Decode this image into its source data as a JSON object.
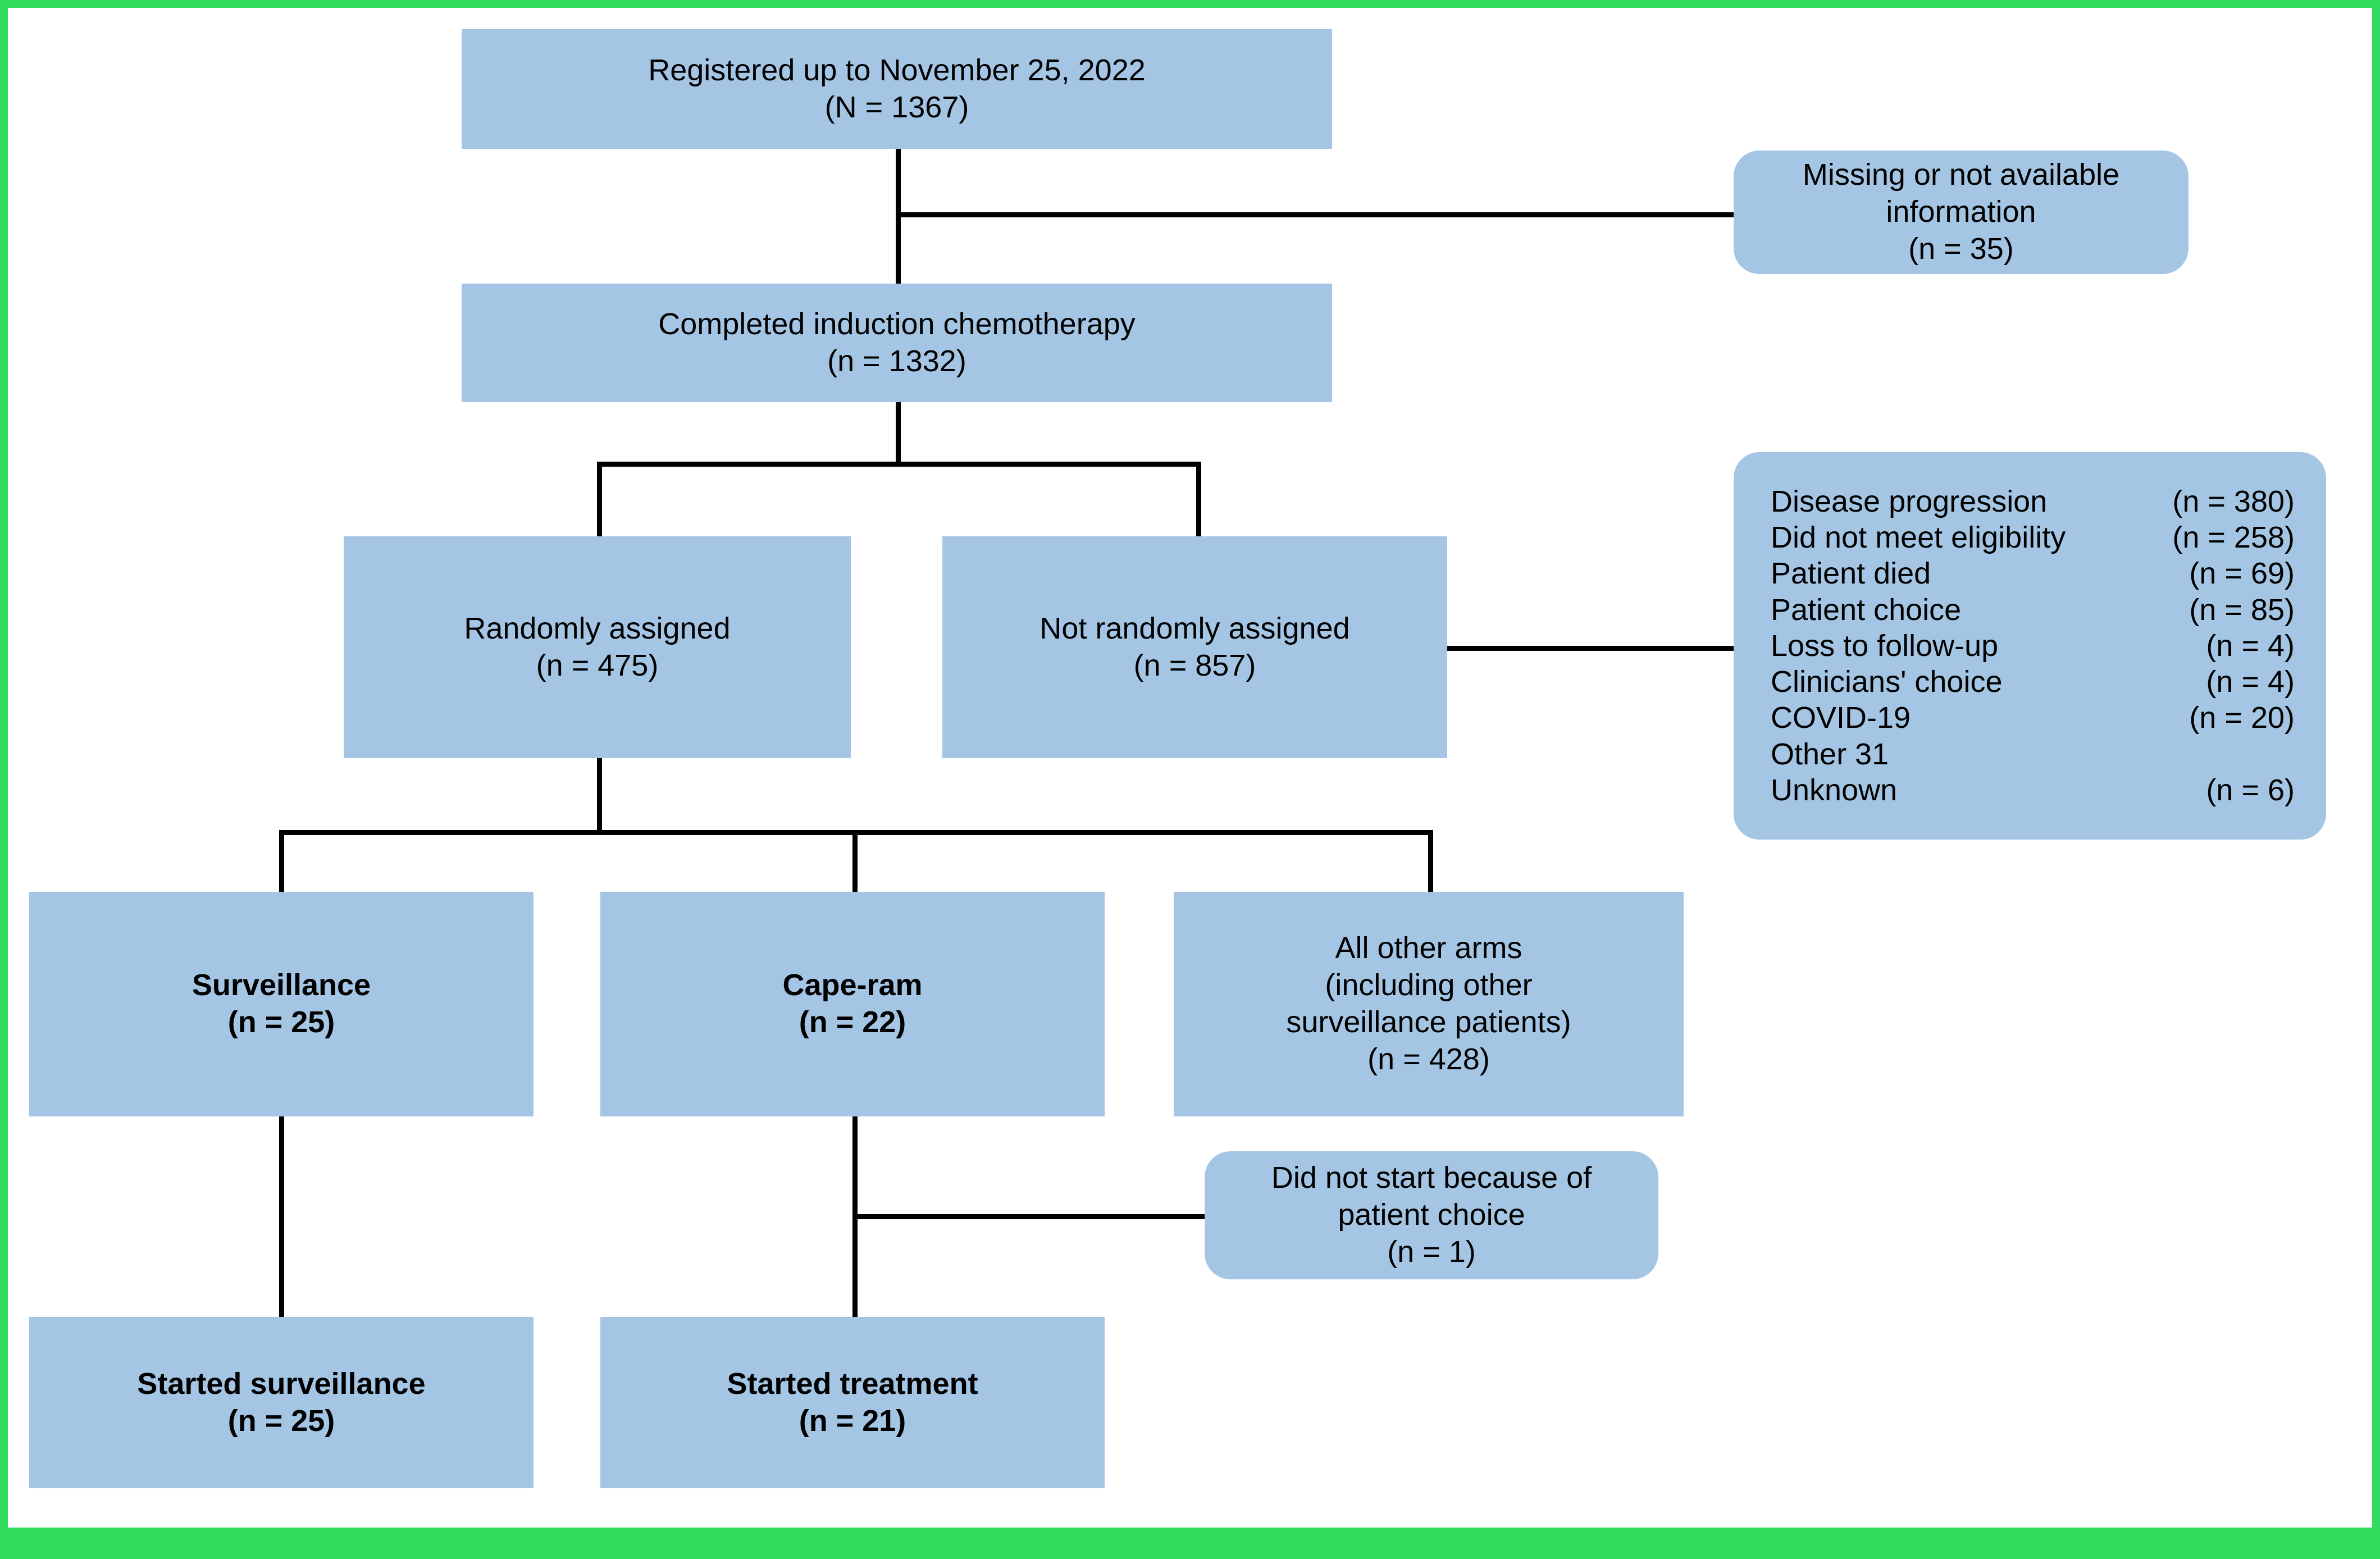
{
  "figure": {
    "type": "clinical-trial-consort-flow-diagram",
    "border_color": "#33DB5F",
    "node_fill_color": "#A4C6E4",
    "connector_color": "#000000",
    "text_color": "#000000"
  },
  "nodes": {
    "registered": {
      "line1": "Registered up to November 25, 2022",
      "line2": "(N = 1367)"
    },
    "missing_info": {
      "line1": "Missing or not available",
      "line2": "information",
      "line3": "(n = 35)"
    },
    "completed_induction": {
      "line1": "Completed induction chemotherapy",
      "line2": "(n = 1332)"
    },
    "randomly_assigned": {
      "line1": "Randomly assigned",
      "line2": "(n = 475)"
    },
    "not_randomly_assigned": {
      "line1": "Not randomly assigned",
      "line2": "(n = 857)"
    },
    "surveillance": {
      "line1": "Surveillance",
      "line2": "(n = 25)"
    },
    "cape_ram": {
      "line1": "Cape-ram",
      "line2": "(n = 22)"
    },
    "all_other_arms": {
      "line1": "All other arms",
      "line2": "(including other",
      "line3": "surveillance patients)",
      "line4": "(n = 428)"
    },
    "did_not_start": {
      "line1": "Did not start because of",
      "line2": "patient choice",
      "line3": "(n = 1)"
    },
    "started_surveillance": {
      "line1": "Started surveillance",
      "line2": "(n = 25)"
    },
    "started_treatment": {
      "line1": "Started treatment",
      "line2": "(n = 21)"
    }
  },
  "reasons_not_randomized": [
    {
      "label": "Disease progression",
      "count": "(n = 380)"
    },
    {
      "label": "Did not meet eligibility",
      "count": "(n = 258)"
    },
    {
      "label": "Patient died",
      "count": "(n = 69)"
    },
    {
      "label": "Patient choice",
      "count": "(n = 85)"
    },
    {
      "label": "Loss to follow-up",
      "count": "(n = 4)"
    },
    {
      "label": "Clinicians' choice",
      "count": "(n = 4)"
    },
    {
      "label": "COVID-19",
      "count": "(n = 20)"
    },
    {
      "label": "Other 31",
      "count": ""
    },
    {
      "label": "Unknown",
      "count": "(n = 6)"
    }
  ]
}
